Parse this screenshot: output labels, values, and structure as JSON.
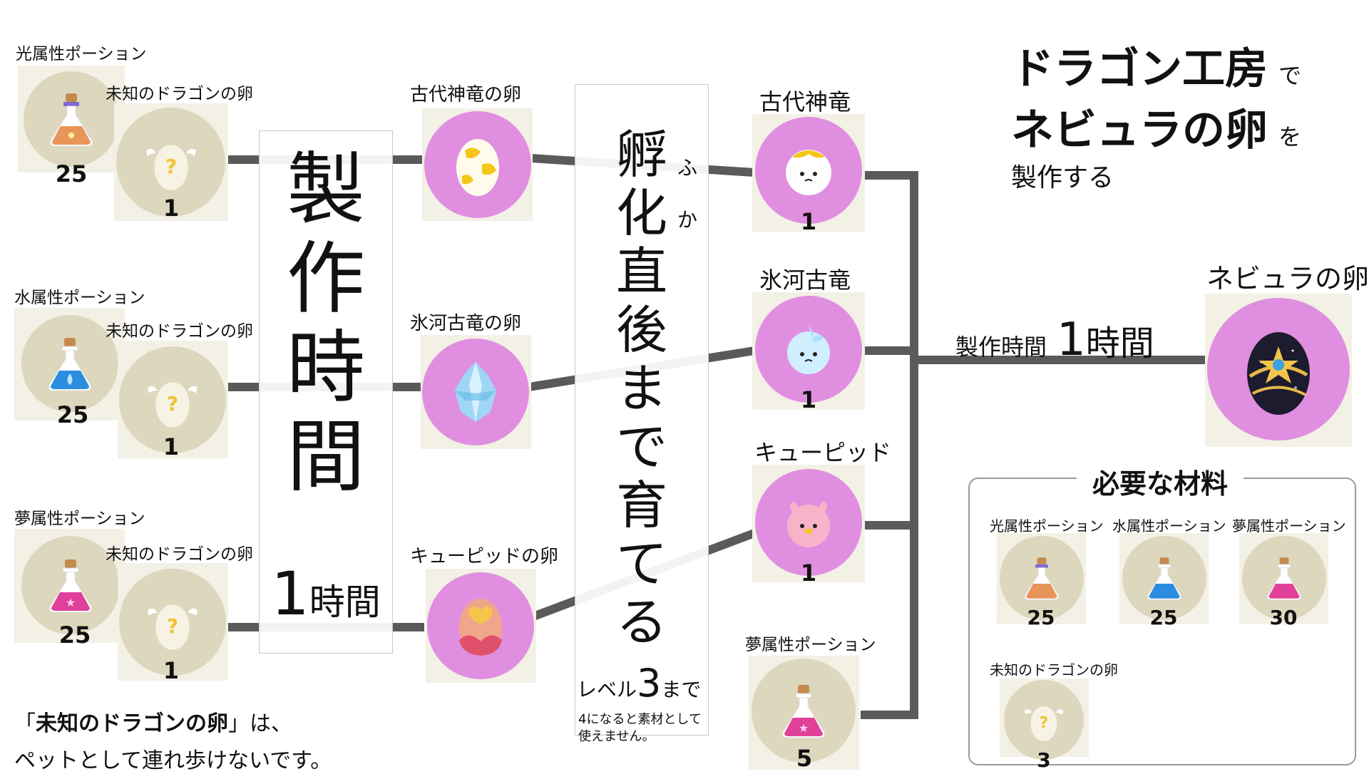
{
  "title": {
    "line1_bold": "ドラゴン工房",
    "line1_suffix": "で",
    "line2_bold": "ネビュラの卵",
    "line2_suffix": "を",
    "line3": "製作する"
  },
  "crafting_time_box": {
    "chars": [
      "製",
      "作",
      "時",
      "間"
    ],
    "num": "1",
    "unit": "時間"
  },
  "hatch_box": {
    "chars": [
      "孵",
      "化",
      "直",
      "後",
      "ま",
      "で",
      "育",
      "て",
      "る"
    ],
    "ruby_fu": "ふ",
    "ruby_ka": "か",
    "level_prefix": "レベル",
    "level_num": "3",
    "level_suffix": "まで",
    "note_line1": "4になると素材として",
    "note_line2": "使えません。"
  },
  "rows": [
    {
      "potion_label": "光属性ポーション",
      "potion_count": "25",
      "potion_color": "#e8955a",
      "egg_label": "未知のドラゴンの卵",
      "egg_count": "1",
      "product_label": "古代神竜の卵",
      "product_icon": "golden-patched-egg-icon",
      "dragon_label": "古代神竜",
      "dragon_count": "1",
      "dragon_icon": "white-golden-dragon-icon"
    },
    {
      "potion_label": "水属性ポーション",
      "potion_count": "25",
      "potion_color": "#2b8de0",
      "egg_label": "未知のドラゴンの卵",
      "egg_count": "1",
      "product_label": "氷河古竜の卵",
      "product_icon": "ice-crystal-egg-icon",
      "dragon_label": "氷河古竜",
      "dragon_count": "1",
      "dragon_icon": "ice-dragon-icon"
    },
    {
      "potion_label": "夢属性ポーション",
      "potion_count": "25",
      "potion_color": "#e0409a",
      "egg_label": "未知のドラゴンの卵",
      "egg_count": "1",
      "product_label": "キューピッドの卵",
      "product_icon": "heart-egg-icon",
      "dragon_label": "キューピッド",
      "dragon_count": "1",
      "dragon_icon": "pink-cupid-dragon-icon"
    }
  ],
  "extra_potion": {
    "label": "夢属性ポーション",
    "count": "5",
    "color": "#e0409a"
  },
  "result": {
    "time_label": "製作時間",
    "time_num": "1",
    "time_unit": "時間",
    "label": "ネビュラの卵",
    "icon": "nebula-egg-icon"
  },
  "materials": {
    "title": "必要な材料",
    "items": [
      {
        "label": "光属性ポーション",
        "count": "25",
        "color": "#e8955a"
      },
      {
        "label": "水属性ポーション",
        "count": "25",
        "color": "#2b8de0"
      },
      {
        "label": "夢属性ポーション",
        "count": "30",
        "color": "#e0409a"
      },
      {
        "label": "未知のドラゴンの卵",
        "count": "3",
        "color": "#ffffff"
      }
    ]
  },
  "footnote": {
    "quote_open": "「",
    "bold": "未知のドラゴンの卵",
    "quote_close": "」は、",
    "line2": "ペットとして連れ歩けないです。"
  },
  "colors": {
    "connector": "#5a5a5a",
    "connector_light": "#c4c4c4",
    "beige": "#dcd7bd",
    "pink": "#e08fe0",
    "tile": "#f3f0e6"
  }
}
